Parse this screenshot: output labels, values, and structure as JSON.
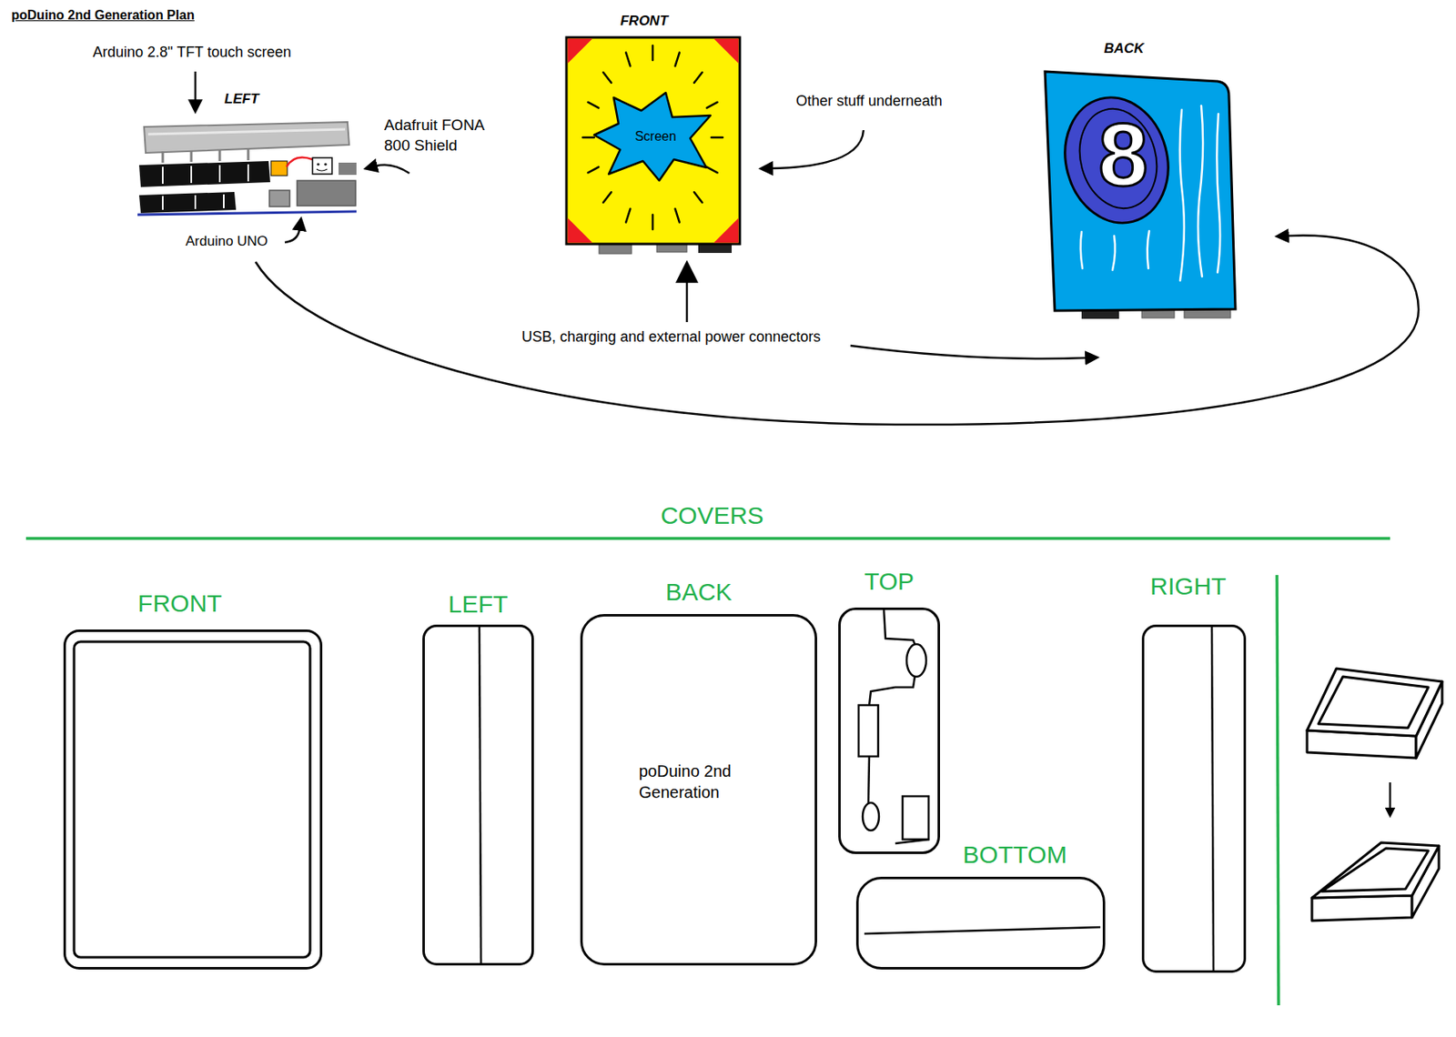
{
  "diagram": {
    "title": "poDuino 2nd Generation Plan",
    "nodes": [
      {
        "text": [
          "LEFT"
        ]
      },
      {
        "text": [
          "FRONT"
        ]
      },
      {
        "text": [
          "Screen"
        ],
        "in": 1
      },
      {
        "text": [
          "BACK",
          "8"
        ]
      },
      {
        "text": [
          "FRONT"
        ]
      },
      {
        "text": [
          "LEFT"
        ]
      },
      {
        "text": [
          "BACK",
          "poDuino 2nd Generation"
        ]
      },
      {
        "text": [
          "TOP"
        ]
      },
      {
        "text": [
          "RIGHT"
        ]
      },
      {
        "text": [
          "BOTTOM"
        ]
      }
    ],
    "labels": [
      "Arduino 2.8\" TFT touch screen",
      "Adafruit FONA 800 Shield",
      "Arduino UNO",
      "Other stuff underneath",
      "USB, charging and external power connectors",
      "COVERS"
    ]
  }
}
